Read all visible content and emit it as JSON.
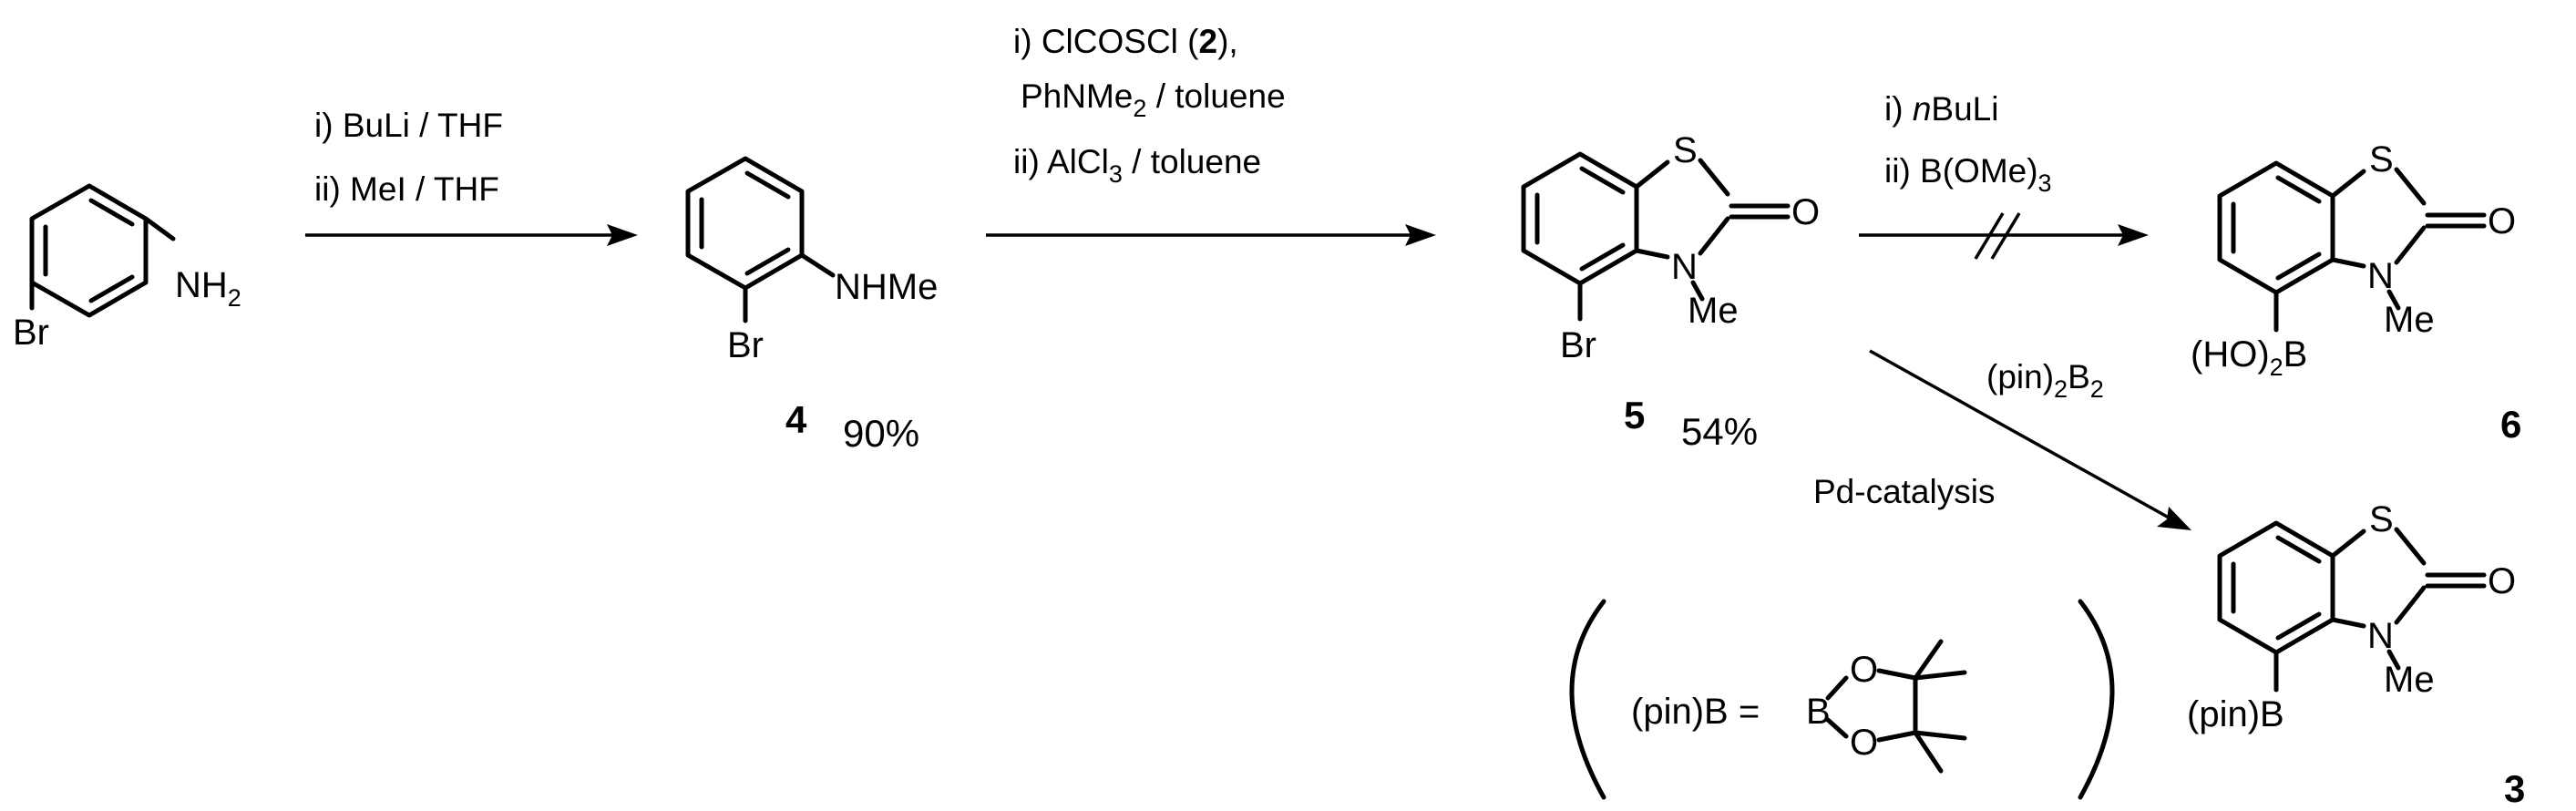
{
  "scheme": {
    "start": {
      "nh2": "NH",
      "nh2_sub": "2",
      "br": "Br"
    },
    "cmpd4": {
      "nhme": "NHMe",
      "br": "Br",
      "label": "4",
      "yield": "90%"
    },
    "cmpd5": {
      "s": "S",
      "o": "O",
      "n": "N",
      "me": "Me",
      "br": "Br",
      "label": "5",
      "yield": "54%"
    },
    "cmpd6": {
      "s": "S",
      "o": "O",
      "n": "N",
      "me": "Me",
      "sub_pre": "(HO)",
      "sub_sub": "2",
      "sub_post": "B",
      "label": "6"
    },
    "cmpd3": {
      "s": "S",
      "o": "O",
      "n": "N",
      "me": "Me",
      "sub": "(pin)B",
      "label": "3"
    },
    "step1": {
      "line1": "i) BuLi / THF",
      "line2": "ii) MeI / THF"
    },
    "step2": {
      "line1_pre": "i) ClCOSCl (",
      "line1_bold": "2",
      "line1_post": "),",
      "line2_pre": "PhNMe",
      "line2_sub": "2",
      "line2_post": " / toluene",
      "line3_pre": "ii) AlCl",
      "line3_sub": "3",
      "line3_post": " / toluene"
    },
    "step3": {
      "line1_pre": "i) ",
      "line1_italic": "n",
      "line1_post": "BuLi",
      "line2_pre": "ii) B(OMe)",
      "line2_sub": "3"
    },
    "step4": {
      "reagent_pre": "(pin)",
      "reagent_sub1": "2",
      "reagent_mid": "B",
      "reagent_sub2": "2",
      "catalysis": "Pd-catalysis"
    },
    "pin_note": {
      "lhs": "(pin)B =",
      "b": "B",
      "o1": "O",
      "o2": "O"
    }
  }
}
